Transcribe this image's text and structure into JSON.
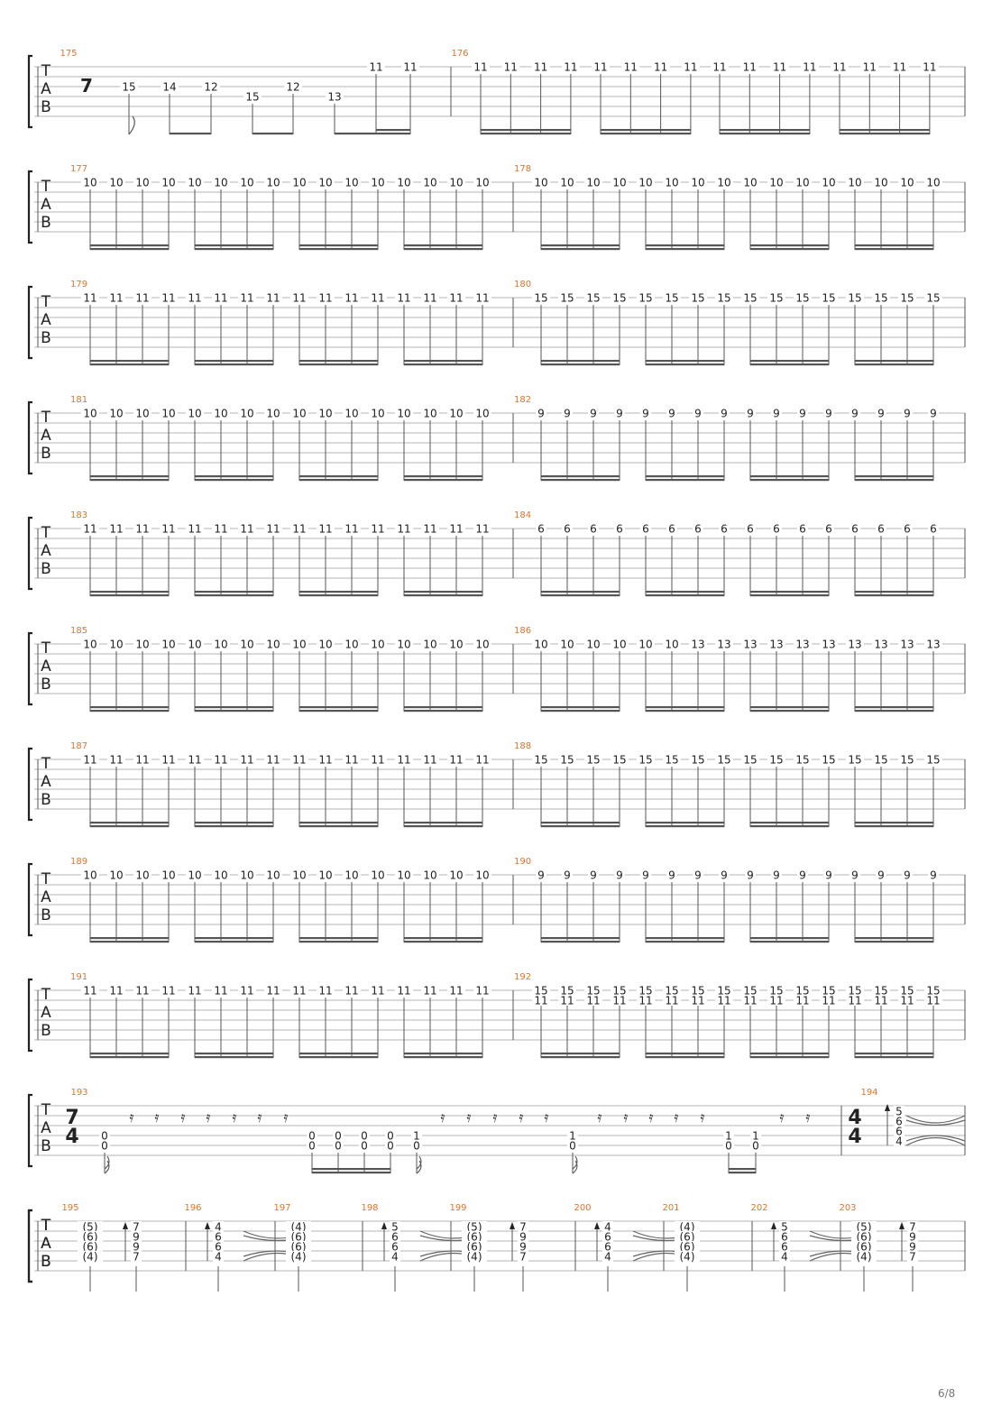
{
  "page": {
    "number": "6/8"
  },
  "clef": [
    "T",
    "A",
    "B"
  ],
  "colors": {
    "measure_number": "#e8702a",
    "ink": "#222222",
    "staff_line": "#b5b5b5"
  },
  "systems": [
    {
      "measures": [
        {
          "number": "175",
          "events": [
            {
              "rest": "eighth"
            },
            {
              "notes": [
                {
                  "s": 3,
                  "f": "15"
                }
              ],
              "beam": "flag8"
            },
            {
              "notes": [
                {
                  "s": 3,
                  "f": "14"
                }
              ],
              "beam": "g1"
            },
            {
              "notes": [
                {
                  "s": 3,
                  "f": "12"
                }
              ],
              "beam": "g1"
            },
            {
              "notes": [
                {
                  "s": 4,
                  "f": "15"
                }
              ],
              "beam": "g2"
            },
            {
              "notes": [
                {
                  "s": 3,
                  "f": "12"
                }
              ],
              "beam": "g2"
            },
            {
              "notes": [
                {
                  "s": 4,
                  "f": "13"
                }
              ],
              "beam": "g3"
            },
            {
              "notes": [
                {
                  "s": 1,
                  "f": "11"
                }
              ],
              "beam": "g3"
            },
            {
              "notes": [
                {
                  "s": 1,
                  "f": "11"
                }
              ],
              "beam": "g3"
            }
          ]
        },
        {
          "number": "176",
          "repeat": {
            "fret": "11",
            "count": 16
          }
        }
      ]
    },
    {
      "measures": [
        {
          "number": "177",
          "repeat": {
            "fret": "10",
            "count": 16
          }
        },
        {
          "number": "178",
          "repeat": {
            "fret": "10",
            "count": 16
          }
        }
      ]
    },
    {
      "measures": [
        {
          "number": "179",
          "repeat": {
            "fret": "11",
            "count": 16
          }
        },
        {
          "number": "180",
          "repeat": {
            "fret": "15",
            "count": 16
          }
        }
      ]
    },
    {
      "measures": [
        {
          "number": "181",
          "repeat": {
            "fret": "10",
            "count": 16
          }
        },
        {
          "number": "182",
          "repeat": {
            "fret": "9",
            "count": 16
          }
        }
      ]
    },
    {
      "measures": [
        {
          "number": "183",
          "repeat": {
            "fret": "11",
            "count": 16
          }
        },
        {
          "number": "184",
          "repeat": {
            "fret": "6",
            "count": 16
          }
        }
      ]
    },
    {
      "measures": [
        {
          "number": "185",
          "repeat": {
            "fret": "10",
            "count": 16
          }
        },
        {
          "number": "186",
          "frets": [
            "10",
            "10",
            "10",
            "10",
            "10",
            "10",
            "13",
            "13",
            "13",
            "13",
            "13",
            "13",
            "13",
            "13",
            "13",
            "13"
          ]
        }
      ]
    },
    {
      "measures": [
        {
          "number": "187",
          "repeat": {
            "fret": "11",
            "count": 16
          }
        },
        {
          "number": "188",
          "repeat": {
            "fret": "15",
            "count": 16
          }
        }
      ]
    },
    {
      "measures": [
        {
          "number": "189",
          "repeat": {
            "fret": "10",
            "count": 16
          }
        },
        {
          "number": "190",
          "repeat": {
            "fret": "9",
            "count": 16
          }
        }
      ]
    },
    {
      "measures": [
        {
          "number": "191",
          "repeat": {
            "fret": "11",
            "count": 16
          }
        },
        {
          "number": "192",
          "repeat": {
            "fret": "15",
            "count": 16
          },
          "second": "11"
        }
      ]
    },
    {
      "measures": [
        {
          "number": "193",
          "time": [
            "7",
            "4"
          ],
          "events": [
            {
              "notes": [
                {
                  "s": 4,
                  "f": "0"
                },
                {
                  "s": 5,
                  "f": "0"
                }
              ],
              "beam": "flag16"
            },
            {
              "rest": "16"
            },
            {
              "rest": "16"
            },
            {
              "rest": "16"
            },
            {
              "rest": "16"
            },
            {
              "rest": "16"
            },
            {
              "rest": "16"
            },
            {
              "rest": "16"
            },
            {
              "notes": [
                {
                  "s": 4,
                  "f": "0"
                },
                {
                  "s": 5,
                  "f": "0"
                }
              ],
              "beam": "h1"
            },
            {
              "notes": [
                {
                  "s": 4,
                  "f": "0"
                },
                {
                  "s": 5,
                  "f": "0"
                }
              ],
              "beam": "h1"
            },
            {
              "notes": [
                {
                  "s": 4,
                  "f": "0"
                },
                {
                  "s": 5,
                  "f": "0"
                }
              ],
              "beam": "h1"
            },
            {
              "notes": [
                {
                  "s": 4,
                  "f": "0"
                },
                {
                  "s": 5,
                  "f": "0"
                }
              ],
              "beam": "h1"
            },
            {
              "notes": [
                {
                  "s": 4,
                  "f": "1"
                },
                {
                  "s": 5,
                  "f": "0"
                }
              ],
              "beam": "flag16"
            },
            {
              "rest": "16"
            },
            {
              "rest": "16"
            },
            {
              "rest": "16"
            },
            {
              "rest": "16"
            },
            {
              "rest": "16"
            },
            {
              "notes": [
                {
                  "s": 4,
                  "f": "1"
                },
                {
                  "s": 5,
                  "f": "0"
                }
              ],
              "beam": "flag16"
            },
            {
              "rest": "16"
            },
            {
              "rest": "16"
            },
            {
              "rest": "16"
            },
            {
              "rest": "16"
            },
            {
              "rest": "16"
            },
            {
              "notes": [
                {
                  "s": 4,
                  "f": "1"
                },
                {
                  "s": 5,
                  "f": "0"
                }
              ],
              "beam": "h2"
            },
            {
              "notes": [
                {
                  "s": 4,
                  "f": "1"
                },
                {
                  "s": 5,
                  "f": "0"
                }
              ],
              "beam": "h2"
            },
            {
              "rest": "16"
            },
            {
              "rest": "16"
            }
          ]
        },
        {
          "number": "194",
          "time": [
            "4",
            "4"
          ],
          "chords": [
            {
              "type": "up",
              "frets": [
                "5",
                "6",
                "6",
                "4"
              ]
            },
            {
              "type": "harm"
            }
          ]
        }
      ]
    },
    {
      "measures": [
        {
          "number": "195",
          "chords": [
            {
              "type": "harmEnd",
              "frets": [
                "(5)",
                "(6)",
                "(6)",
                "(4)"
              ]
            },
            {
              "type": "up",
              "frets": [
                "7",
                "9",
                "9",
                "7"
              ]
            }
          ]
        },
        {
          "number": "196",
          "chords": [
            {
              "type": "up",
              "frets": [
                "4",
                "6",
                "6",
                "4"
              ]
            },
            {
              "type": "harm"
            }
          ]
        },
        {
          "number": "197",
          "chords": [
            {
              "type": "tie",
              "frets": [
                "(4)",
                "(6)",
                "(6)",
                "(4)"
              ]
            }
          ]
        },
        {
          "number": "198",
          "chords": [
            {
              "type": "up",
              "frets": [
                "5",
                "6",
                "6",
                "4"
              ]
            },
            {
              "type": "harm"
            }
          ]
        },
        {
          "number": "199",
          "chords": [
            {
              "type": "tie",
              "frets": [
                "(5)",
                "(6)",
                "(6)",
                "(4)"
              ]
            },
            {
              "type": "up",
              "frets": [
                "7",
                "9",
                "9",
                "7"
              ]
            }
          ]
        },
        {
          "number": "200",
          "chords": [
            {
              "type": "up",
              "frets": [
                "4",
                "6",
                "6",
                "4"
              ]
            },
            {
              "type": "harm"
            }
          ]
        },
        {
          "number": "201",
          "chords": [
            {
              "type": "tie",
              "frets": [
                "(4)",
                "(6)",
                "(6)",
                "(4)"
              ]
            }
          ]
        },
        {
          "number": "202",
          "chords": [
            {
              "type": "up",
              "frets": [
                "5",
                "6",
                "6",
                "4"
              ]
            },
            {
              "type": "harm"
            }
          ]
        },
        {
          "number": "203",
          "chords": [
            {
              "type": "tie",
              "frets": [
                "(5)",
                "(6)",
                "(6)",
                "(4)"
              ]
            },
            {
              "type": "up",
              "frets": [
                "7",
                "9",
                "9",
                "7"
              ]
            }
          ]
        }
      ]
    }
  ]
}
